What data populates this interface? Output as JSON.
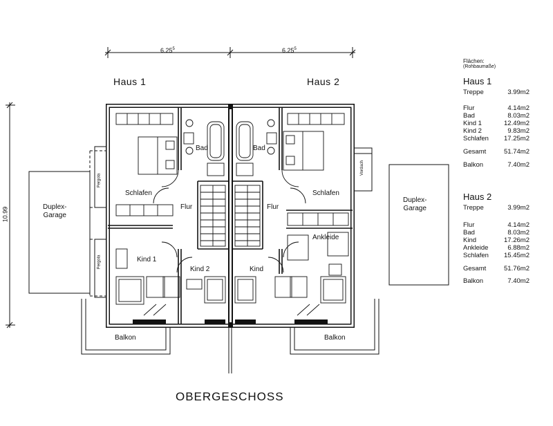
{
  "dimensions": {
    "top_left": "6.25",
    "top_left_sup": "5",
    "top_right": "6.25",
    "top_right_sup": "5",
    "height": "10.99"
  },
  "houses": {
    "haus1": "Haus 1",
    "haus2": "Haus 2"
  },
  "rooms": {
    "bad1": "Bad",
    "bad2": "Bad",
    "schlafen1": "Schlafen",
    "schlafen2": "Schlafen",
    "flur1": "Flur",
    "flur2": "Flur",
    "kind1": "Kind 1",
    "kind2": "Kind 2",
    "kind3": "Kind",
    "ankleide": "Ankleide",
    "balkon1": "Balkon",
    "balkon2": "Balkon",
    "garage_left": [
      "Duplex-",
      "Garage"
    ],
    "garage_right": [
      "Duplex-",
      "Garage"
    ],
    "pergola_top": "Pergola",
    "pergola_bottom": "Pergola",
    "vordach": "Vordach"
  },
  "floor_title": "OBERGESCHOSS",
  "areas": {
    "header": "Flächen:",
    "subheader": "(Rohbaumaße)",
    "haus1": {
      "title": "Haus 1",
      "rows": [
        {
          "label": "Treppe",
          "value": "3.99m2"
        },
        {
          "label": "Flur",
          "value": "4.14m2"
        },
        {
          "label": "Bad",
          "value": "8.03m2"
        },
        {
          "label": "Kind  1",
          "value": "12.49m2"
        },
        {
          "label": "Kind  2",
          "value": "9.83m2"
        },
        {
          "label": "Schlafen",
          "value": "17.25m2"
        },
        {
          "label": "Gesamt",
          "value": "51.74m2"
        },
        {
          "label": "Balkon",
          "value": "7.40m2"
        }
      ]
    },
    "haus2": {
      "title": "Haus 2",
      "rows": [
        {
          "label": "Treppe",
          "value": "3.99m2"
        },
        {
          "label": "Flur",
          "value": "4.14m2"
        },
        {
          "label": "Bad",
          "value": "8.03m2"
        },
        {
          "label": "Kind",
          "value": "17.26m2"
        },
        {
          "label": "Ankleide",
          "value": "6.88m2"
        },
        {
          "label": "Schlafen",
          "value": "15.45m2"
        },
        {
          "label": "Gesamt",
          "value": "51.76m2"
        },
        {
          "label": "Balkon",
          "value": "7.40m2"
        }
      ]
    }
  }
}
